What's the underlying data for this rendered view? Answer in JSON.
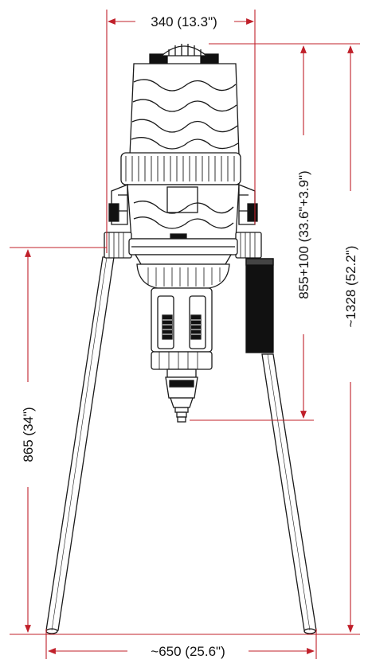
{
  "dimensions": {
    "width_top": "340 (13.3\")",
    "height_right_inner": "855+100 (33.6\"+3.9\")",
    "height_right_outer": "~1328 (52.2\")",
    "height_left": "865 (34\")",
    "width_bottom": "~650 (25.6\")"
  },
  "colors": {
    "dimension_line": "#c0202a",
    "outline": "#1a1a1a",
    "fill": "#ffffff",
    "dark_part": "#111111"
  }
}
